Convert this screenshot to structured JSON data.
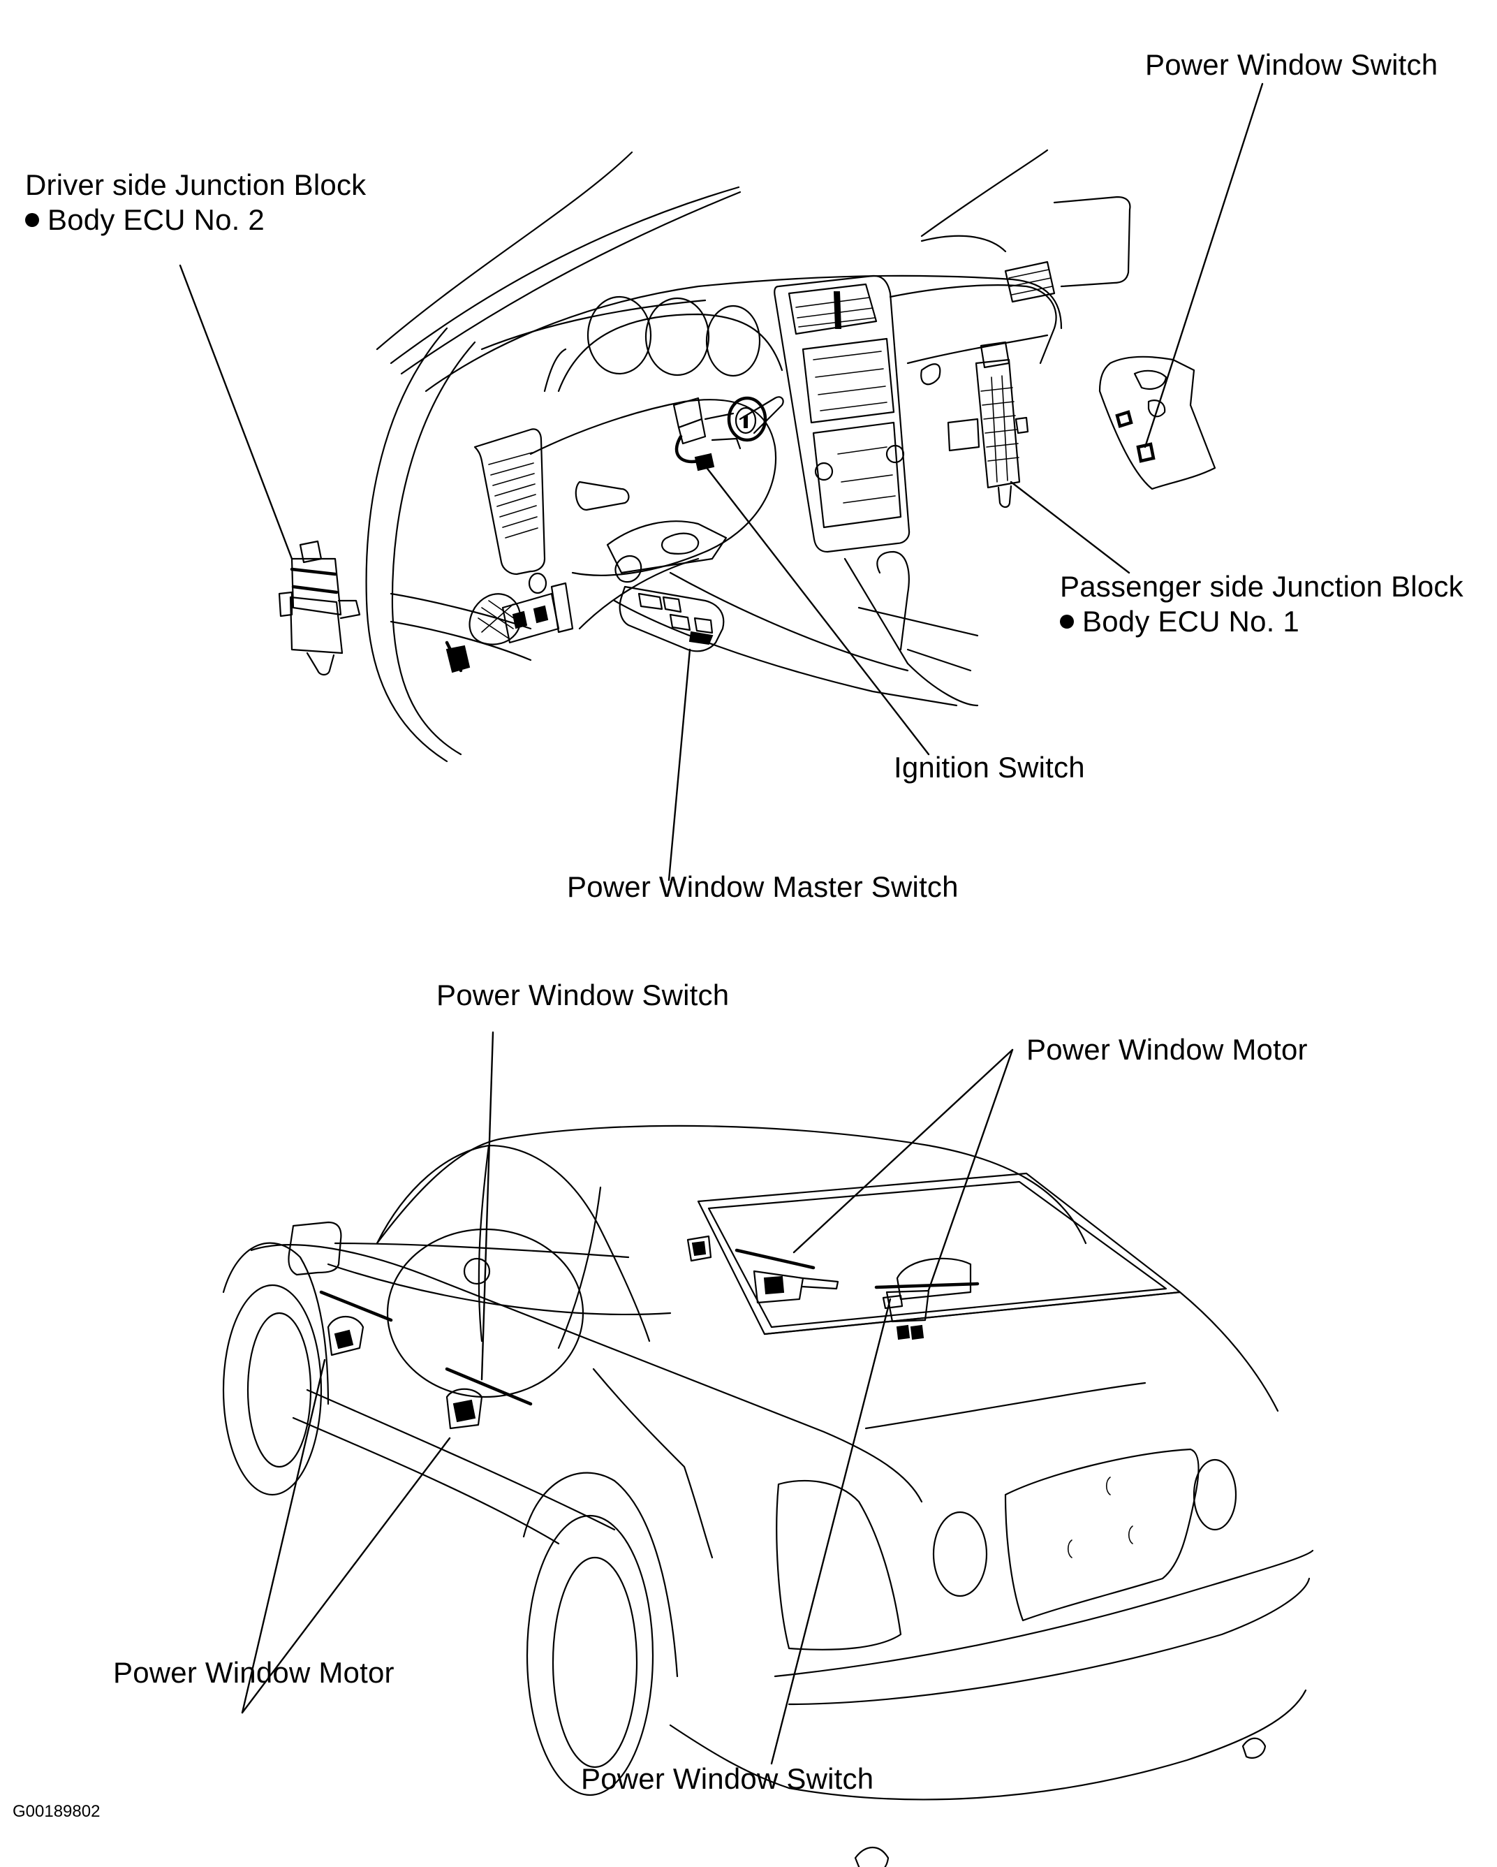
{
  "figure": {
    "figure_id": "G00189802",
    "top_view": "dashboard",
    "bottom_view": "vehicle-rear-three-quarter"
  },
  "labels": {
    "driver_junction_block": {
      "title": "Driver side Junction Block",
      "item": "Body ECU No. 2"
    },
    "passenger_junction_block": {
      "title": "Passenger side Junction Block",
      "item": "Body ECU No. 1"
    },
    "power_window_switch_front_passenger": "Power Window Switch",
    "ignition_switch": "Ignition Switch",
    "power_window_master_switch": "Power Window Master Switch",
    "power_window_switch_rear_left": "Power Window Switch",
    "power_window_motor_rear": "Power Window Motor",
    "power_window_motor_front": "Power Window Motor",
    "power_window_switch_rear_right": "Power Window Switch"
  },
  "components": [
    "Driver side Junction Block",
    "Body ECU No. 2",
    "Passenger side Junction Block",
    "Body ECU No. 1",
    "Power Window Switch",
    "Ignition Switch",
    "Power Window Master Switch",
    "Power Window Motor"
  ]
}
